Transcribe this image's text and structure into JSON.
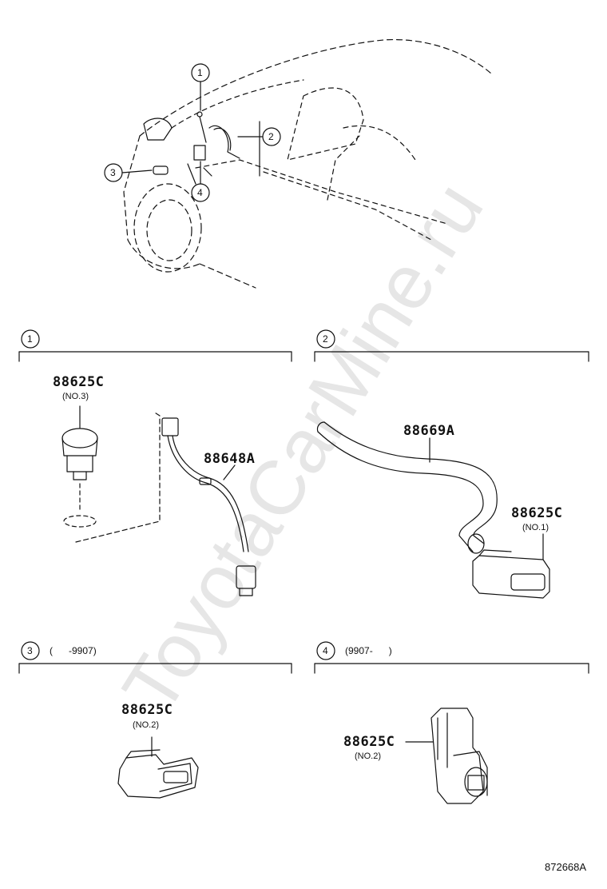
{
  "watermark": "ToyotaCarMine.ru",
  "overview": {
    "callouts": [
      "1",
      "2",
      "3",
      "4"
    ]
  },
  "sections": [
    {
      "number": "1",
      "range": ""
    },
    {
      "number": "2",
      "range": ""
    },
    {
      "number": "3",
      "range": "(      -9907)"
    },
    {
      "number": "4",
      "range": "(9907-      )"
    }
  ],
  "parts": [
    {
      "code": "88625C",
      "note": "(NO.3)"
    },
    {
      "code": "88648A",
      "note": ""
    },
    {
      "code": "88669A",
      "note": ""
    },
    {
      "code": "88625C",
      "note": "(NO.1)"
    },
    {
      "code": "88625C",
      "note": "(NO.2)"
    },
    {
      "code": "88625C",
      "note": "(NO.2)"
    }
  ],
  "diagram_code": "872668A"
}
